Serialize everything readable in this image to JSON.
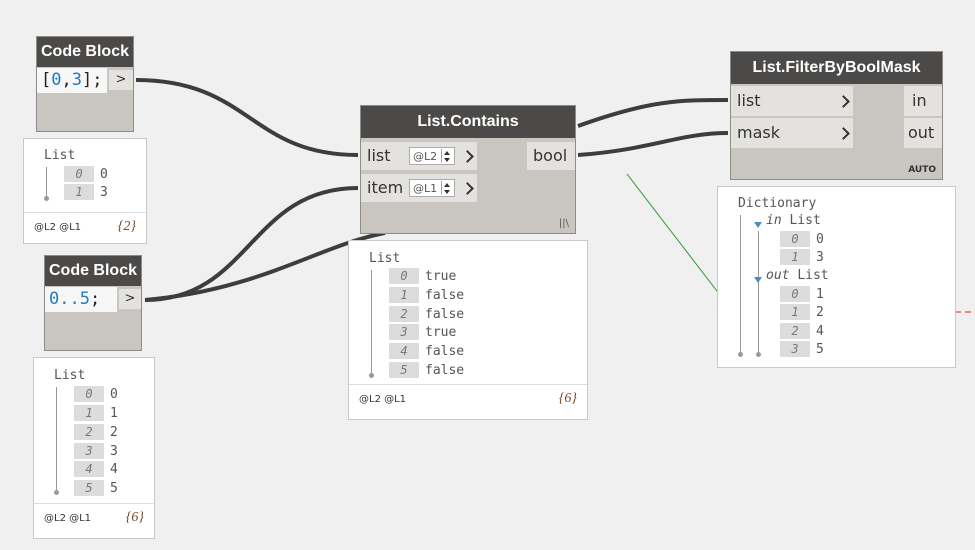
{
  "code_block_1": {
    "title": "Code Block",
    "code_open": "[",
    "code_a": "0",
    "code_sep": ",",
    "code_b": "3",
    "code_close": "];",
    "out": ">"
  },
  "code_block_2": {
    "title": "Code Block",
    "code_a": "0",
    "code_dots": "..",
    "code_b": "5",
    "code_end": ";",
    "out": ">"
  },
  "preview_1": {
    "title": "List",
    "rows": [
      [
        "0",
        "0"
      ],
      [
        "1",
        "3"
      ]
    ],
    "levels": "@L2 @L1",
    "count": "{2}"
  },
  "preview_2": {
    "title": "List",
    "rows": [
      [
        "0",
        "0"
      ],
      [
        "1",
        "1"
      ],
      [
        "2",
        "2"
      ],
      [
        "3",
        "3"
      ],
      [
        "4",
        "4"
      ],
      [
        "5",
        "5"
      ]
    ],
    "levels": "@L2 @L1",
    "count": "{6}"
  },
  "contains_node": {
    "title": "List.Contains",
    "port_list": "list",
    "port_item": "item",
    "lacing_list": "@L2",
    "lacing_item": "@L1",
    "out": "bool",
    "lacing_icon": "||\\"
  },
  "preview_3": {
    "title": "List",
    "rows": [
      [
        "0",
        "true"
      ],
      [
        "1",
        "false"
      ],
      [
        "2",
        "false"
      ],
      [
        "3",
        "true"
      ],
      [
        "4",
        "false"
      ],
      [
        "5",
        "false"
      ]
    ],
    "levels": "@L2 @L1",
    "count": "{6}"
  },
  "filter_node": {
    "title": "List.FilterByBoolMask",
    "port_list": "list",
    "port_mask": "mask",
    "out_in": "in",
    "out_out": "out",
    "mode": "AUTO"
  },
  "preview_4": {
    "title": "Dictionary",
    "in_key": "in",
    "in_label": "List",
    "in_rows": [
      [
        "0",
        "0"
      ],
      [
        "1",
        "3"
      ]
    ],
    "out_key": "out",
    "out_label": "List",
    "out_rows": [
      [
        "0",
        "1"
      ],
      [
        "1",
        "2"
      ],
      [
        "2",
        "4"
      ],
      [
        "3",
        "5"
      ]
    ]
  },
  "colors": {
    "header": "#4c4a48",
    "body": "#c9c6c2",
    "wire": "#3d3d3d",
    "number": "#1e7bc4"
  }
}
